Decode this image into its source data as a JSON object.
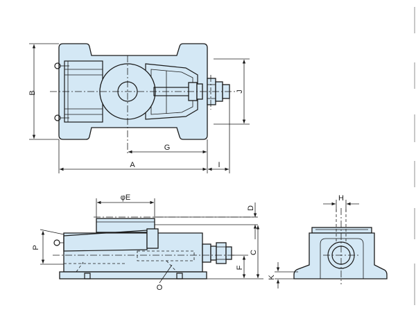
{
  "labels": {
    "A": "A",
    "B": "B",
    "C": "C",
    "D": "D",
    "E": "φE",
    "F": "F",
    "G": "G",
    "H": "H",
    "I": "I",
    "J": "J",
    "K": "K",
    "O": "O",
    "P": "P"
  },
  "colors": {
    "body_fill": "#d4e8f5",
    "line": "#1a1a1a",
    "margin_mark": "#c8c8c8"
  }
}
